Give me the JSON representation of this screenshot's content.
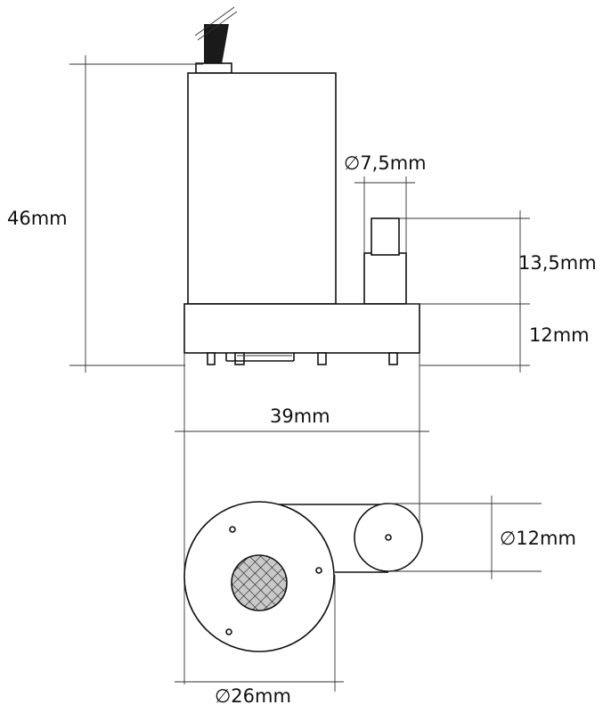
{
  "labels": {
    "height_total": "46mm",
    "outlet_diameter": "∅7,5mm",
    "outlet_height": "13,5mm",
    "base_height": "12mm",
    "width_total": "39mm",
    "small_diameter": "∅12mm",
    "large_diameter": "∅26mm"
  },
  "colors": {
    "line": "#111111",
    "cable": "#1a1a1a",
    "background": "#ffffff"
  }
}
